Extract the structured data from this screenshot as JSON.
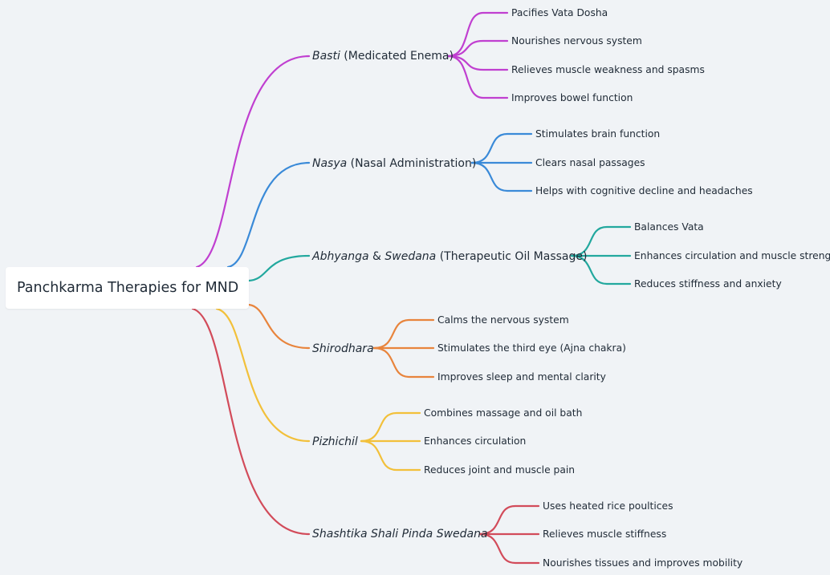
{
  "root": {
    "label": "Panchkarma Therapies for MND"
  },
  "branches": [
    {
      "name_italic": "Basti",
      "name_rest": " (Medicated Enema)",
      "color": "#c03fd0",
      "children": [
        "Pacifies Vata Dosha",
        "Nourishes nervous system",
        "Relieves muscle weakness and spasms",
        "Improves bowel function"
      ]
    },
    {
      "name_italic": "Nasya",
      "name_rest": " (Nasal Administration)",
      "color": "#3a8ad8",
      "children": [
        "Stimulates brain function",
        "Clears nasal passages",
        "Helps with cognitive decline and headaches"
      ]
    },
    {
      "name_italic": "Abhyanga",
      "name_mid": " & ",
      "name_italic2": "Swedana",
      "name_rest": " (Therapeutic Oil Massage)",
      "color": "#22a89e",
      "children": [
        "Balances Vata",
        "Enhances circulation and muscle strength",
        "Reduces stiffness and anxiety"
      ]
    },
    {
      "name_italic": "Shirodhara",
      "name_rest": "",
      "color": "#e8843c",
      "children": [
        "Calms the nervous system",
        "Stimulates the third eye (Ajna chakra)",
        "Improves sleep and mental clarity"
      ]
    },
    {
      "name_italic": "Pizhichil",
      "name_rest": "",
      "color": "#f2c03a",
      "children": [
        "Combines massage and oil bath",
        "Enhances circulation",
        "Reduces joint and muscle pain"
      ]
    },
    {
      "name_italic": "Shashtika Shali Pinda Swedana",
      "name_rest": "",
      "color": "#d24b5a",
      "children": [
        "Uses heated rice poultices",
        "Relieves muscle stiffness",
        "Nourishes tissues and improves mobility"
      ]
    }
  ]
}
